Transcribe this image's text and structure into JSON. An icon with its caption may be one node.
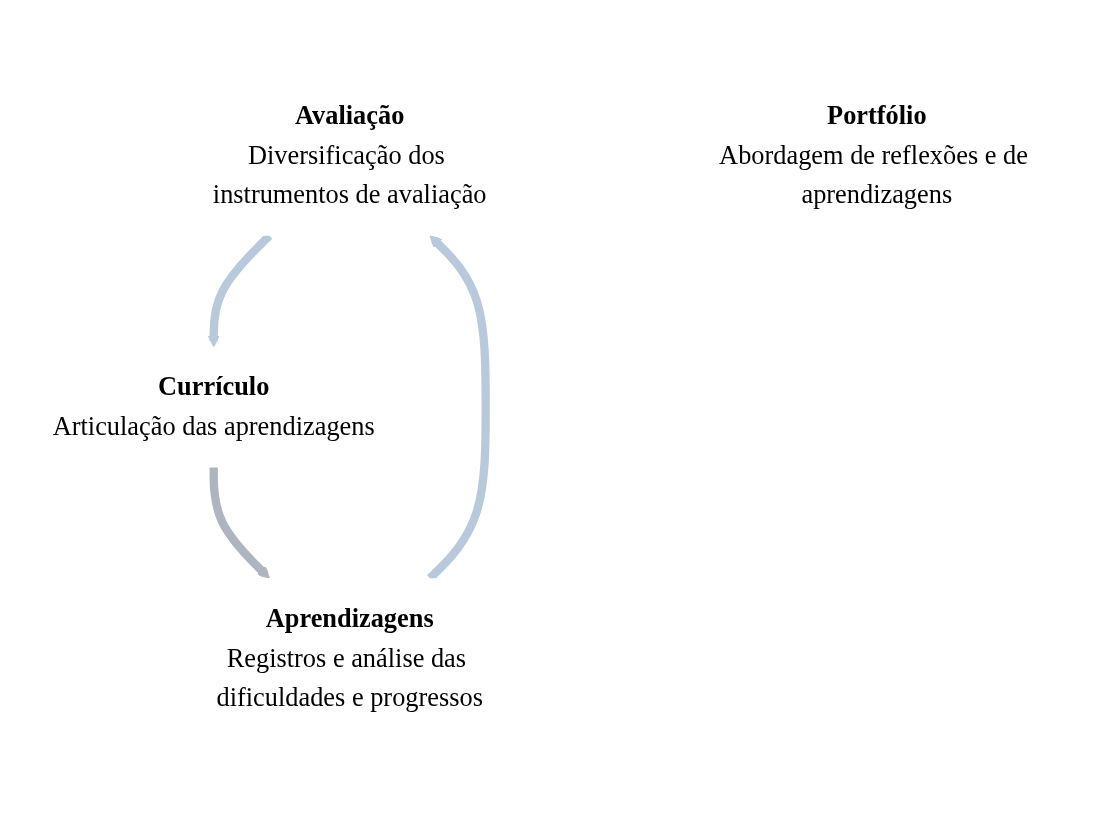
{
  "diagram": {
    "nodes": [
      {
        "text": [
          "Avaliação",
          "Diversificação dos instrumentos de avaliação"
        ]
      },
      {
        "text": [
          "Portfólio",
          "Abordagem de reflexões e de aprendizagens"
        ]
      },
      {
        "text": [
          "Aprendizagens",
          "Registros e análise das dificuldades e progressos"
        ]
      },
      {
        "text": [
          "Currículo",
          "Articulação das aprendizagens"
        ]
      }
    ],
    "edges": [
      {
        "from": 0,
        "to": 3,
        "arrow": "to"
      },
      {
        "from": 3,
        "to": 2,
        "arrow": "to"
      },
      {
        "from": 2,
        "to": 0,
        "arrow": "to"
      }
    ]
  }
}
